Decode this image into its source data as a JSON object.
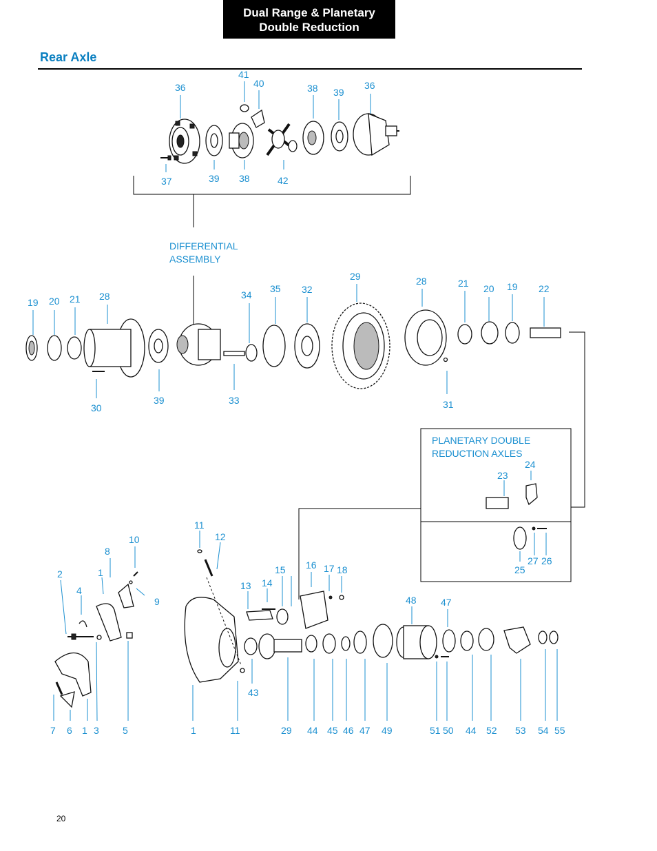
{
  "header": {
    "line1": "Dual Range & Planetary",
    "line2": "Double  Reduction"
  },
  "section_title": "Rear Axle",
  "captions": {
    "differential": [
      "DIFFERENTIAL",
      "ASSEMBLY"
    ],
    "planetary": [
      "PLANETARY DOUBLE",
      "REDUCTION AXLES"
    ]
  },
  "labels": {
    "l41": "41",
    "l36a": "36",
    "l40": "40",
    "l38a": "38",
    "l39a": "39",
    "l36b": "36",
    "l37": "37",
    "l39b": "39",
    "l38b": "38",
    "l42": "42",
    "l19a": "19",
    "l20a": "20",
    "l21a": "21",
    "l28a": "28",
    "l34": "34",
    "l35": "35",
    "l32": "32",
    "l29a": "29",
    "l28b": "28",
    "l21b": "21",
    "l20b": "20",
    "l19b": "19",
    "l22": "22",
    "l30": "30",
    "l39c": "39",
    "l33": "33",
    "l31": "31",
    "l23": "23",
    "l24": "24",
    "l25": "25",
    "l27": "27",
    "l26": "26",
    "l11a": "11",
    "l12": "12",
    "l10": "10",
    "l8": "8",
    "l2": "2",
    "l1a": "1",
    "l4": "4",
    "l9": "9",
    "l13": "13",
    "l14": "14",
    "l15": "15",
    "l16": "16",
    "l17": "17",
    "l18": "18",
    "l48": "48",
    "l47a": "47",
    "l43": "43",
    "l7": "7",
    "l6": "6",
    "l1b": "1",
    "l3": "3",
    "l5": "5",
    "l1c": "1",
    "l11b": "11",
    "l29b": "29",
    "l44a": "44",
    "l45": "45",
    "l46": "46",
    "l47b": "47",
    "l49": "49",
    "l51": "51",
    "l50": "50",
    "l44b": "44",
    "l52": "52",
    "l53": "53",
    "l54": "54",
    "l55": "55"
  },
  "page_number": "20"
}
